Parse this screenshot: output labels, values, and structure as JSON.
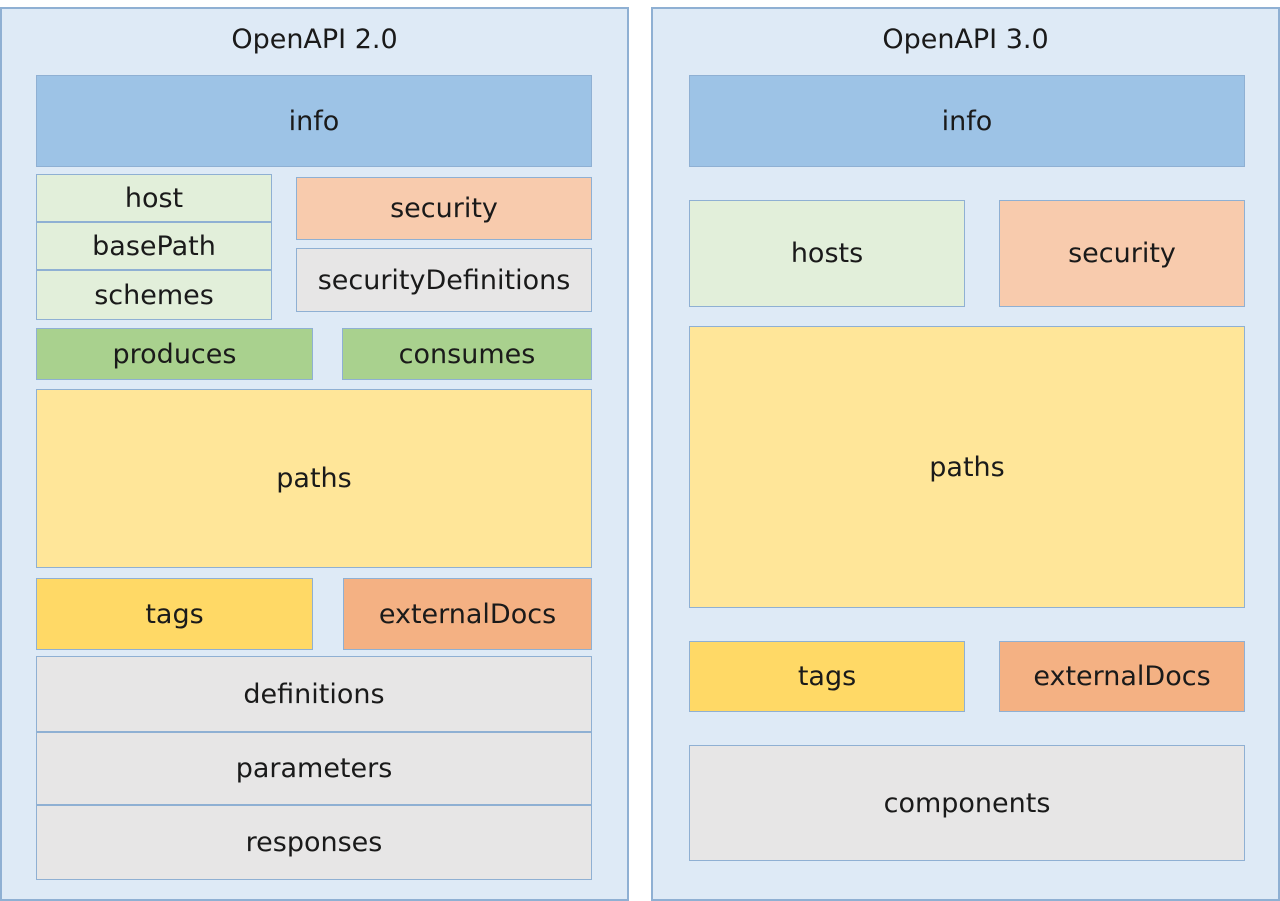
{
  "v2": {
    "title": "OpenAPI 2.0",
    "info": "info",
    "host": "host",
    "basePath": "basePath",
    "schemes": "schemes",
    "security": "security",
    "securityDefinitions": "securityDefinitions",
    "produces": "produces",
    "consumes": "consumes",
    "paths": "paths",
    "tags": "tags",
    "externalDocs": "externalDocs",
    "definitions": "definitions",
    "parameters": "parameters",
    "responses": "responses"
  },
  "v3": {
    "title": "OpenAPI 3.0",
    "info": "info",
    "hosts": "hosts",
    "security": "security",
    "paths": "paths",
    "tags": "tags",
    "externalDocs": "externalDocs",
    "components": "components"
  },
  "colors": {
    "panel_bg": "#deeaf6",
    "panel_border": "#8fb0d3",
    "info": "#9dc3e6",
    "host": "#e2efda",
    "security": "#f8cbad",
    "gray": "#e7e6e6",
    "produces_consumes": "#a9d18e",
    "paths": "#ffe699",
    "tags": "#ffd966",
    "externalDocs": "#f4b183"
  }
}
